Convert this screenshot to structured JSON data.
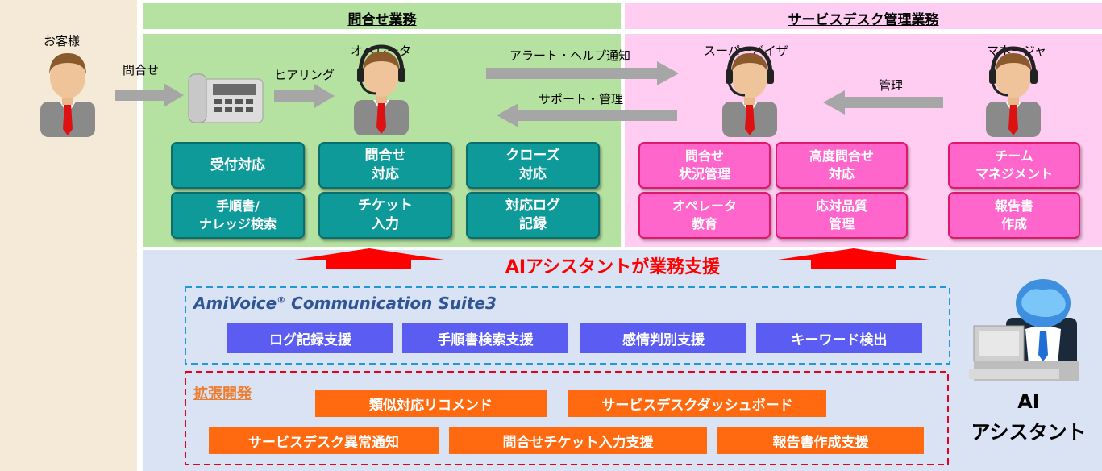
{
  "customer": {
    "label": "お客様"
  },
  "flow": {
    "inquiry": "問合せ",
    "hearing": "ヒアリング",
    "alert": "アラート・ヘルプ通知",
    "support": "サポート・管理",
    "manage": "管理"
  },
  "inquiry_ops": {
    "title": "問合せ業務",
    "operator_label": "オペレータ",
    "tasks": [
      "受付対応",
      "問合せ\n対応",
      "クローズ\n対応",
      "手順書/\nナレッジ検索",
      "チケット\n入力",
      "対応ログ\n記録"
    ]
  },
  "desk_mgmt": {
    "title": "サービスデスク管理業務",
    "supervisor_label": "スーパーバイザ",
    "manager_label": "マネージャ",
    "tasks": [
      "問合せ\n状況管理",
      "高度問合せ\n対応",
      "チーム\nマネジメント",
      "オペレータ\n教育",
      "応対品質\n管理",
      "報告書\n作成"
    ]
  },
  "ai_support": {
    "banner": "AIアシスタントが業務支援"
  },
  "suite": {
    "title": "AmiVoice",
    "reg": "®",
    "title_rest": " Communication Suite3",
    "features": [
      "ログ記録支援",
      "手順書検索支援",
      "感情判別支援",
      "キーワード検出"
    ]
  },
  "extension": {
    "title": "拡張開発",
    "features": [
      "類似対応リコメンド",
      "サービスデスクダッシュボード",
      "サービスデスク異常通知",
      "問合せチケット入力支援",
      "報告書作成支援"
    ]
  },
  "ai_assistant": {
    "label_line1": "AI",
    "label_line2": "アシスタント"
  },
  "colors": {
    "green_panel": "#b6e2a1",
    "pink_panel": "#ffccf2",
    "blue_panel": "#dae3f3",
    "beige_panel": "#f5ead8",
    "teal": "#0f9a9a",
    "pink": "#ff66cc",
    "blue": "#5a5cf2",
    "orange": "#ff6a10",
    "red_arrow": "#ff0000"
  }
}
